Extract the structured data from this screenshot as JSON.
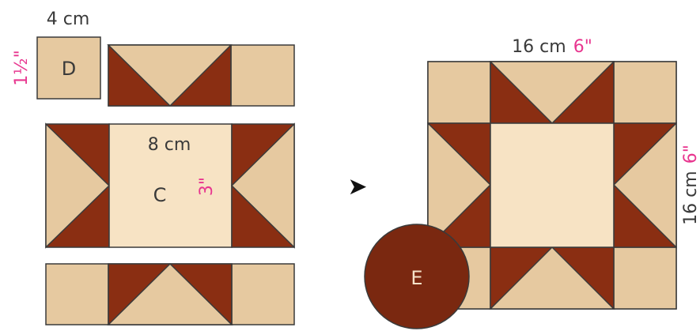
{
  "labels": {
    "d_width": "4 cm",
    "d_height": "1½\"",
    "d_letter": "D",
    "c_width": "8 cm",
    "c_height": "3\"",
    "c_letter": "C",
    "block_width_cm": "16 cm",
    "block_width_in": "6\"",
    "block_height_cm": "16 cm",
    "block_height_in": "6\"",
    "e_letter": "E"
  },
  "arrow_glyph": "➤",
  "colors": {
    "tan": "#e6c9a0",
    "light_cream": "#f7e3c4",
    "rust": "#8a2e12",
    "circle": "#7a2810",
    "outline": "#3a3a3a",
    "pink": "#e8368f"
  }
}
